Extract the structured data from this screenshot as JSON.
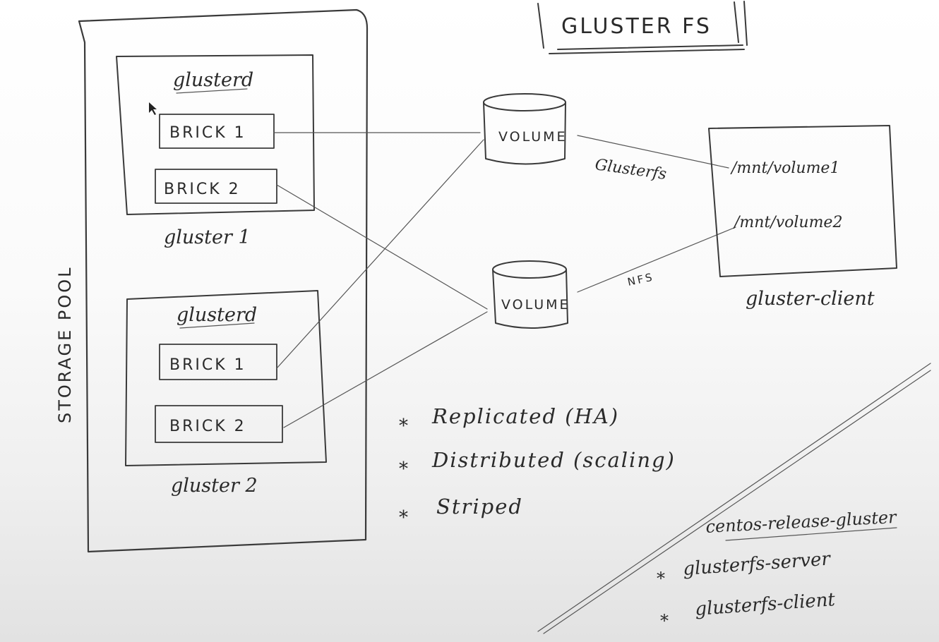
{
  "title": "GLUSTER FS",
  "storage_pool": {
    "label": "STORAGE POOL",
    "nodes": [
      {
        "daemon": "glusterd",
        "name": "gluster 1",
        "bricks": [
          "BRICK 1",
          "BRICK 2"
        ]
      },
      {
        "daemon": "glusterd",
        "name": "gluster 2",
        "bricks": [
          "BRICK 1",
          "BRICK 2"
        ]
      }
    ]
  },
  "volumes": [
    "VOLUME",
    "VOLUME"
  ],
  "connections": {
    "glusterfs": "Glusterfs",
    "nfs": "NFS"
  },
  "client": {
    "name": "gluster-client",
    "mounts": [
      "/mnt/volume1",
      "/mnt/volume2"
    ]
  },
  "volume_types": [
    "Replicated (HA)",
    "Distributed (scaling)",
    "Striped"
  ],
  "repo": {
    "title": "centos-release-gluster",
    "packages": [
      "glusterfs-server",
      "glusterfs-client"
    ]
  }
}
